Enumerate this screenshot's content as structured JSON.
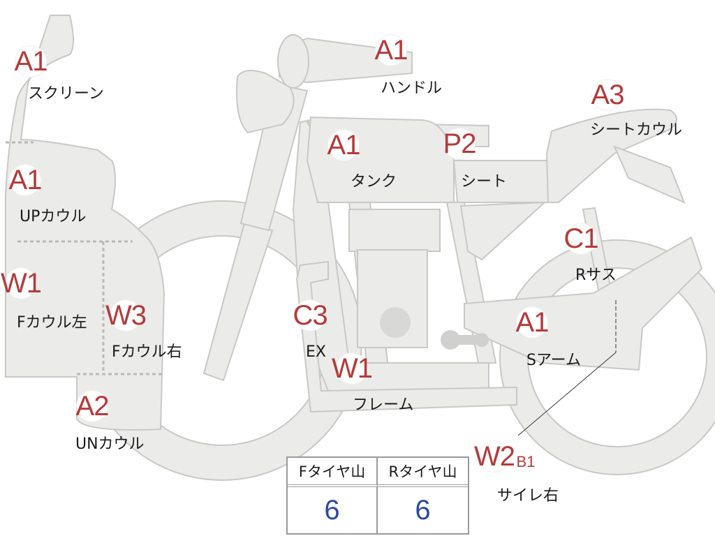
{
  "parts": [
    {
      "id": "screen",
      "code": "A1",
      "label": "スクリーン"
    },
    {
      "id": "handle",
      "code": "A1",
      "label": "ハンドル"
    },
    {
      "id": "seat-cowl",
      "code": "A3",
      "label": "シートカウル"
    },
    {
      "id": "tank",
      "code": "A1",
      "label": "タンク"
    },
    {
      "id": "seat",
      "code": "P2",
      "label": "シート"
    },
    {
      "id": "up-cowl",
      "code": "A1",
      "label": "UPカウル"
    },
    {
      "id": "r-suspension",
      "code": "C1",
      "label": "Rサス"
    },
    {
      "id": "f-cowl-left",
      "code": "W1",
      "label": "Fカウル左"
    },
    {
      "id": "f-cowl-right",
      "code": "W3",
      "label": "Fカウル右"
    },
    {
      "id": "exhaust",
      "code": "C3",
      "label": "EX"
    },
    {
      "id": "swing-arm",
      "code": "A1",
      "label": "Sアーム"
    },
    {
      "id": "frame",
      "code": "W1",
      "label": "フレーム"
    },
    {
      "id": "under-cowl",
      "code": "A2",
      "label": "UNカウル"
    },
    {
      "id": "muffler-right",
      "code": "W2",
      "subcode": "B1",
      "label": "サイレ右"
    }
  ],
  "tire_table": {
    "headers": [
      "Fタイヤ山",
      "Rタイヤ山"
    ],
    "values": [
      "6",
      "6"
    ]
  },
  "colors": {
    "part_fill": "#ebebe9",
    "part_outline": "#c8c8c6",
    "grade_code": "#b53a3a",
    "tire_value": "#2a4aa0"
  }
}
